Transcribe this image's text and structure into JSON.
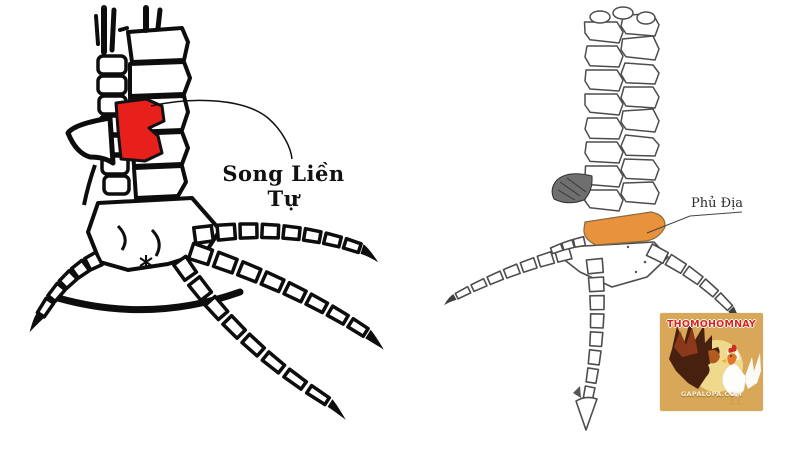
{
  "page": {
    "background": "#ffffff"
  },
  "left_diagram": {
    "label": "Song Liền Tự",
    "highlight_color": "#e8201c"
  },
  "right_diagram": {
    "label": "Phủ Địa",
    "highlight_color": "#e8923c"
  },
  "watermark": {
    "title": "THOMOHOMNAY",
    "subtitle": "GAPALOPA.COM",
    "background_color": "#d8a757",
    "title_color": "#d3271c"
  }
}
